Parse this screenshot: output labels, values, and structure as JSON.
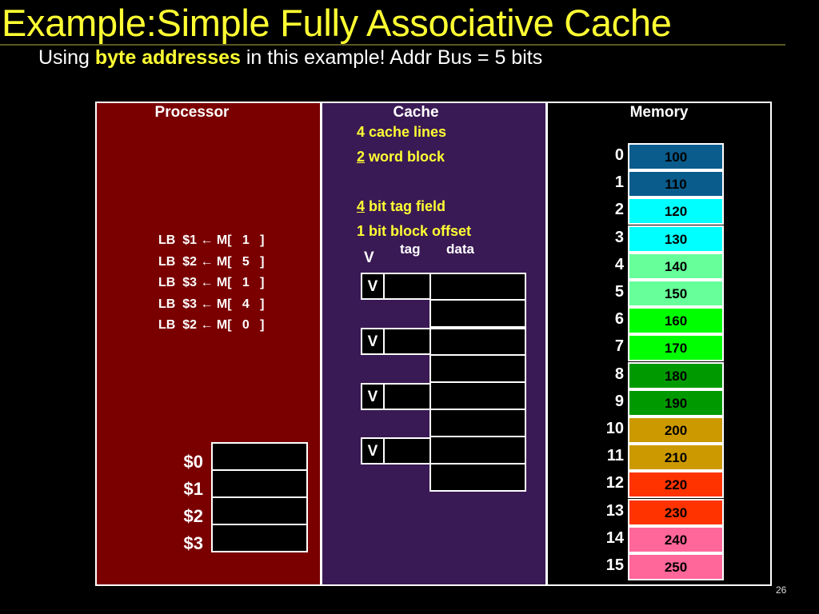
{
  "title": "Example:Simple Fully Associative Cache",
  "subtitle": {
    "pre": "Using ",
    "bold": "byte addresses",
    "post": " in this example! Addr Bus = 5 bits"
  },
  "processor": {
    "header": "Processor",
    "instructions": [
      "LB  $1 ← M[   1   ]",
      "LB  $2 ← M[   5   ]",
      "LB  $3 ← M[   1   ]",
      "LB  $3 ← M[   4   ]",
      "LB  $2 ← M[   0   ]"
    ],
    "registers": [
      "$0",
      "$1",
      "$2",
      "$3"
    ]
  },
  "cache": {
    "header": "Cache",
    "config": {
      "lines": "4 cache lines",
      "block_num": "2",
      "block_rest": " word block",
      "tag_num": "4",
      "tag_rest": " bit tag field",
      "offset": "1 bit block offset"
    },
    "col_v": "V",
    "col_tag": "tag",
    "col_data": "data",
    "valid_labels": [
      "V",
      "V",
      "V",
      "V"
    ]
  },
  "memory": {
    "header": "Memory",
    "cells": [
      {
        "addr": "0",
        "value": "100",
        "color": "#0a5c8c"
      },
      {
        "addr": "1",
        "value": "110",
        "color": "#0a5c8c"
      },
      {
        "addr": "2",
        "value": "120",
        "color": "#00ffff"
      },
      {
        "addr": "3",
        "value": "130",
        "color": "#00ffff"
      },
      {
        "addr": "4",
        "value": "140",
        "color": "#66ff99"
      },
      {
        "addr": "5",
        "value": "150",
        "color": "#66ff99"
      },
      {
        "addr": "6",
        "value": "160",
        "color": "#00ff00"
      },
      {
        "addr": "7",
        "value": "170",
        "color": "#00ff00"
      },
      {
        "addr": "8",
        "value": "180",
        "color": "#009900"
      },
      {
        "addr": "9",
        "value": "190",
        "color": "#009900"
      },
      {
        "addr": "10",
        "value": "200",
        "color": "#cc9900"
      },
      {
        "addr": "11",
        "value": "210",
        "color": "#cc9900"
      },
      {
        "addr": "12",
        "value": "220",
        "color": "#ff3300"
      },
      {
        "addr": "13",
        "value": "230",
        "color": "#ff3300"
      },
      {
        "addr": "14",
        "value": "240",
        "color": "#ff6699"
      },
      {
        "addr": "15",
        "value": "250",
        "color": "#ff6699"
      }
    ]
  },
  "page_number": "26"
}
